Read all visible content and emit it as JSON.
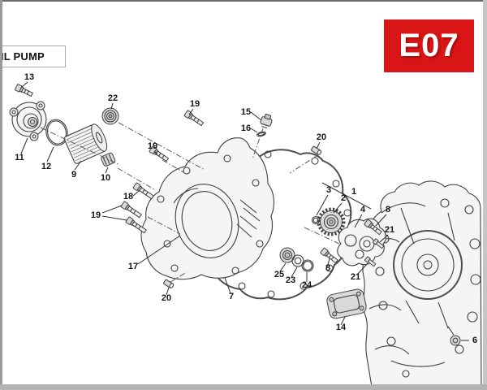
{
  "header": {
    "section_label": "IL PUMP",
    "badge_code": "E07",
    "badge_color": "#d91515"
  },
  "callouts": [
    {
      "label": "13"
    },
    {
      "label": "22"
    },
    {
      "label": "19"
    },
    {
      "label": "15"
    },
    {
      "label": "16"
    },
    {
      "label": "20"
    },
    {
      "label": "11"
    },
    {
      "label": "12"
    },
    {
      "label": "9"
    },
    {
      "label": "10"
    },
    {
      "label": "19"
    },
    {
      "label": "18"
    },
    {
      "label": "19"
    },
    {
      "label": "3"
    },
    {
      "label": "1"
    },
    {
      "label": "2"
    },
    {
      "label": "4"
    },
    {
      "label": "8"
    },
    {
      "label": "21"
    },
    {
      "label": "17"
    },
    {
      "label": "20"
    },
    {
      "label": "7"
    },
    {
      "label": "25"
    },
    {
      "label": "23"
    },
    {
      "label": "24"
    },
    {
      "label": "8"
    },
    {
      "label": "21"
    },
    {
      "label": "14"
    },
    {
      "label": "6"
    }
  ]
}
